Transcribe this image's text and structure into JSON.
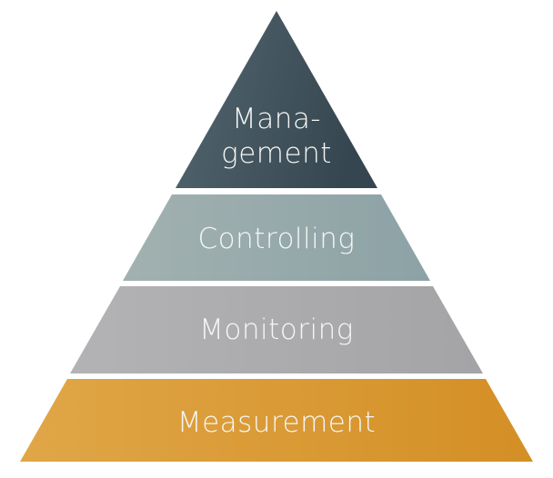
{
  "diagram": {
    "type": "pyramid",
    "background_color": "#FFFFFF",
    "text_color": "#F5F6F5",
    "layers": [
      {
        "label": "Management",
        "label_line1": "Mana-",
        "label_line2": "gement",
        "color_from": "#53666F",
        "color_to": "#364650"
      },
      {
        "label": "Controlling",
        "color_from": "#A2B1B0",
        "color_to": "#8CA2A6"
      },
      {
        "label": "Monitoring",
        "color_from": "#B3B3B5",
        "color_to": "#A4A4A7"
      },
      {
        "label": "Measurement",
        "color_from": "#E0A647",
        "color_to": "#D48F25"
      }
    ]
  }
}
